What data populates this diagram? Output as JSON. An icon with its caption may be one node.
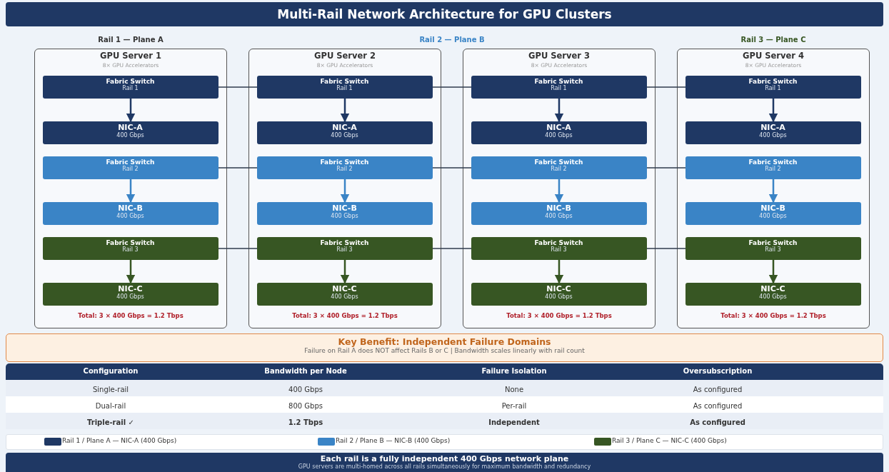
{
  "diagram": {
    "title": "Multi-Rail Network Architecture for GPU Clusters",
    "nodes": [
      {
        "text": [
          "GPU Server 1",
          "8× GPU Accelerators",
          "Total: 3 × 400 Gbps = 1.2 Tbps"
        ]
      },
      {
        "text": [
          "Fabric Switch",
          "Rail 1"
        ],
        "in": 0
      },
      {
        "text": [
          "NIC-A",
          "400 Gbps"
        ],
        "in": 0
      },
      {
        "text": [
          "Fabric Switch",
          "Rail 2"
        ],
        "in": 0
      },
      {
        "text": [
          "NIC-B",
          "400 Gbps"
        ],
        "in": 0
      },
      {
        "text": [
          "Fabric Switch",
          "Rail 3"
        ],
        "in": 0
      },
      {
        "text": [
          "NIC-C",
          "400 Gbps"
        ],
        "in": 0
      },
      {
        "text": [
          "GPU Server 2",
          "8× GPU Accelerators",
          "Total: 3 × 400 Gbps = 1.2 Tbps"
        ]
      },
      {
        "text": [
          "Fabric Switch",
          "Rail 1"
        ],
        "in": 7
      },
      {
        "text": [
          "NIC-A",
          "400 Gbps"
        ],
        "in": 7
      },
      {
        "text": [
          "Fabric Switch",
          "Rail 2"
        ],
        "in": 7
      },
      {
        "text": [
          "NIC-B",
          "400 Gbps"
        ],
        "in": 7
      },
      {
        "text": [
          "Fabric Switch",
          "Rail 3"
        ],
        "in": 7
      },
      {
        "text": [
          "NIC-C",
          "400 Gbps"
        ],
        "in": 7
      },
      {
        "text": [
          "GPU Server 3",
          "8× GPU Accelerators",
          "Total: 3 × 400 Gbps = 1.2 Tbps"
        ]
      },
      {
        "text": [
          "Fabric Switch",
          "Rail 1"
        ],
        "in": 14
      },
      {
        "text": [
          "NIC-A",
          "400 Gbps"
        ],
        "in": 14
      },
      {
        "text": [
          "Fabric Switch",
          "Rail 2"
        ],
        "in": 14
      },
      {
        "text": [
          "NIC-B",
          "400 Gbps"
        ],
        "in": 14
      },
      {
        "text": [
          "Fabric Switch",
          "Rail 3"
        ],
        "in": 14
      },
      {
        "text": [
          "NIC-C",
          "400 Gbps"
        ],
        "in": 14
      },
      {
        "text": [
          "GPU Server 4",
          "8× GPU Accelerators",
          "Total: 3 × 400 Gbps = 1.2 Tbps"
        ]
      },
      {
        "text": [
          "Fabric Switch",
          "Rail 1"
        ],
        "in": 21
      },
      {
        "text": [
          "NIC-A",
          "400 Gbps"
        ],
        "in": 21
      },
      {
        "text": [
          "Fabric Switch",
          "Rail 2"
        ],
        "in": 21
      },
      {
        "text": [
          "NIC-B",
          "400 Gbps"
        ],
        "in": 21
      },
      {
        "text": [
          "Fabric Switch",
          "Rail 3"
        ],
        "in": 21
      },
      {
        "text": [
          "NIC-C",
          "400 Gbps"
        ],
        "in": 21
      },
      {
        "text": [
          "Key Benefit: Independent Failure Domains",
          "Failure on Rail A does NOT affect Rails B or C | Bandwidth scales linearly with rail count"
        ]
      },
      {
        "text": [
          "Each rail is a fully independent 400 Gbps network plane",
          "GPU servers are multi-homed across all rails simultaneously for maximum bandwidth and redundancy"
        ]
      }
    ],
    "edges": [
      {
        "from": 1,
        "to": 2,
        "arrow": "to",
        "color": "#1f3864"
      },
      {
        "from": 3,
        "to": 4,
        "arrow": "to",
        "color": "#3a84c6"
      },
      {
        "from": 5,
        "to": 6,
        "arrow": "to",
        "color": "#375623"
      },
      {
        "from": 8,
        "to": 9,
        "arrow": "to",
        "color": "#1f3864"
      },
      {
        "from": 10,
        "to": 11,
        "arrow": "to",
        "color": "#3a84c6"
      },
      {
        "from": 12,
        "to": 13,
        "arrow": "to",
        "color": "#375623"
      },
      {
        "from": 15,
        "to": 16,
        "arrow": "to",
        "color": "#1f3864"
      },
      {
        "from": 17,
        "to": 18,
        "arrow": "to",
        "color": "#3a84c6"
      },
      {
        "from": 19,
        "to": 20,
        "arrow": "to",
        "color": "#375623"
      },
      {
        "from": 22,
        "to": 23,
        "arrow": "to",
        "color": "#1f3864"
      },
      {
        "from": 24,
        "to": 25,
        "arrow": "to",
        "color": "#3a84c6"
      },
      {
        "from": 26,
        "to": 27,
        "arrow": "to",
        "color": "#375623"
      },
      {
        "from": 1,
        "to": 8,
        "arrow": "none"
      },
      {
        "from": 8,
        "to": 15,
        "arrow": "none"
      },
      {
        "from": 15,
        "to": 22,
        "arrow": "none"
      },
      {
        "from": 3,
        "to": 10,
        "arrow": "none"
      },
      {
        "from": 10,
        "to": 17,
        "arrow": "none"
      },
      {
        "from": 17,
        "to": 24,
        "arrow": "none"
      },
      {
        "from": 5,
        "to": 12,
        "arrow": "none"
      },
      {
        "from": 12,
        "to": 19,
        "arrow": "none"
      },
      {
        "from": 19,
        "to": 26,
        "arrow": "none"
      }
    ],
    "labels": [
      "Rail 1 — Plane A",
      "Rail 2 — Plane B",
      "Rail 3 — Plane C",
      "Configuration",
      "Bandwidth per Node",
      "Failure Isolation",
      "Oversubscription",
      "Single-rail",
      "400 Gbps",
      "None",
      "As configured",
      "Dual-rail",
      "800 Gbps",
      "Per-rail",
      "As configured",
      "Triple-rail ✓",
      "1.2 Tbps",
      "Independent",
      "As configured"
    ],
    "legend": [
      {
        "text": "Rail 1 / Plane A — NIC-A (400 Gbps)",
        "color": "#1f3864"
      },
      {
        "text": "Rail 2 / Plane B — NIC-B (400 Gbps)",
        "color": "#3a84c6"
      },
      {
        "text": "Rail 3 / Plane C — NIC-C (400 Gbps)",
        "color": "#375623"
      }
    ]
  }
}
